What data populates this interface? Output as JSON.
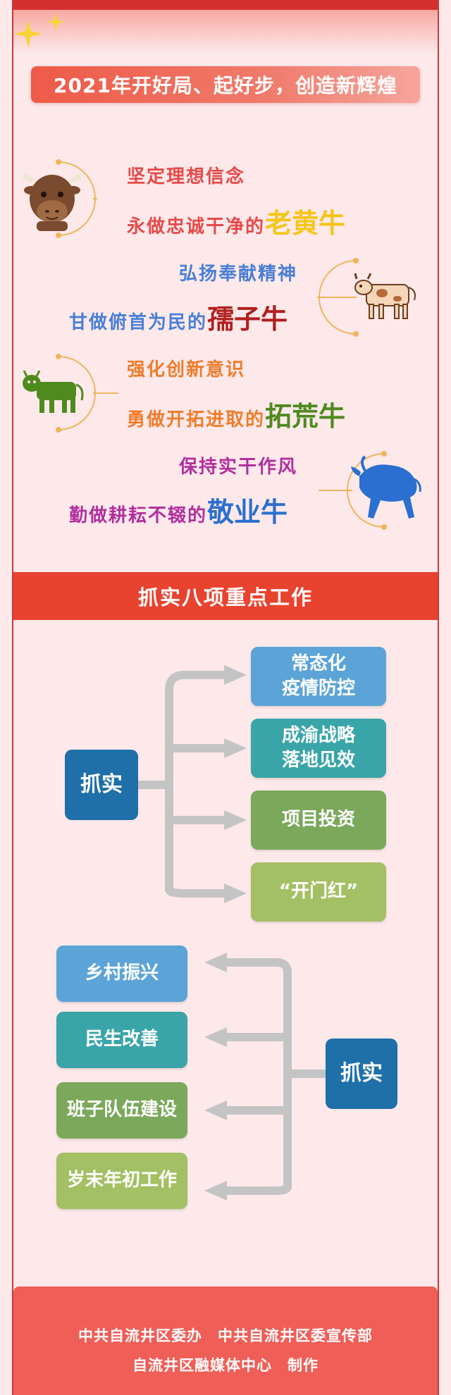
{
  "header": {
    "title": "2021年开好局、起好步，创造新辉煌"
  },
  "bulls": [
    {
      "line1": "坚定理想信念",
      "line2_prefix": "永做忠诚干净的",
      "line2_highlight": "老黄牛",
      "line1_color": "#e64a4a",
      "prefix_color": "#e64a4a",
      "highlight_color": "#f5c518",
      "icon": "brown-bull-face-icon"
    },
    {
      "line1": "弘扬奉献精神",
      "line2_prefix": "甘做俯首为民的",
      "line2_highlight": "孺子牛",
      "line1_color": "#4a7fd6",
      "prefix_color": "#4a7fd6",
      "highlight_color": "#b01f1f",
      "icon": "cow-icon"
    },
    {
      "line1": "强化创新意识",
      "line2_prefix": "勇做开拓进取的",
      "line2_highlight": "拓荒牛",
      "line1_color": "#ef7c2b",
      "prefix_color": "#ef7c2b",
      "highlight_color": "#4f8a1f",
      "icon": "green-ox-icon"
    },
    {
      "line1": "保持实干作风",
      "line2_prefix": "勤做耕耘不辍的",
      "line2_highlight": "敬业牛",
      "line1_color": "#b12f9e",
      "prefix_color": "#b12f9e",
      "highlight_color": "#2b6fd0",
      "icon": "blue-bull-icon"
    }
  ],
  "section": {
    "title": "抓实八项重点工作"
  },
  "group1": {
    "center": "抓实",
    "items": [
      {
        "label": "常态化\n疫情防控",
        "line_a": "常态化",
        "line_b": "疫情防控",
        "color": "#5ca4d8"
      },
      {
        "label": "成渝战略落地见效",
        "line_a": "成渝战略",
        "line_b": "落地见效",
        "color": "#3aa5a8"
      },
      {
        "label": "项目投资",
        "line_a": "项目投资",
        "line_b": "",
        "color": "#7ba85b"
      },
      {
        "label": "“开门红”",
        "line_a": "“开门红”",
        "line_b": "",
        "color": "#a4c064"
      }
    ]
  },
  "group2": {
    "center": "抓实",
    "items": [
      {
        "label": "乡村振兴",
        "color": "#5ca4d8"
      },
      {
        "label": "民生改善",
        "color": "#3aa5a8"
      },
      {
        "label": "班子队伍建设",
        "color": "#7ba85b"
      },
      {
        "label": "岁末年初工作",
        "color": "#a4c064"
      }
    ]
  },
  "footer": {
    "org1": "中共自流井区委办",
    "org2": "中共自流井区委宣传部",
    "org3": "自流井区融媒体中心",
    "credit": "制作"
  },
  "colors": {
    "background": "#fde9ea",
    "banner": "#e8432f",
    "footer": "#ef5e57",
    "connector": "#c4c4c4",
    "center_box": "#1f6fa8"
  }
}
